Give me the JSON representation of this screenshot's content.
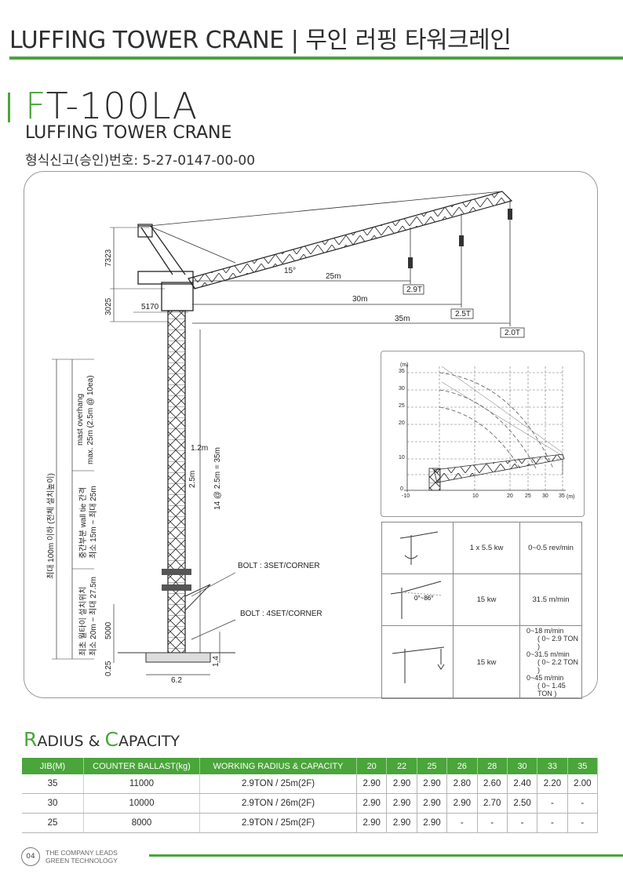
{
  "header": {
    "title": "LUFFING TOWER CRANE | 무인 러핑 타워크레인"
  },
  "model": {
    "first_letter": "F",
    "rest": "T-100LA",
    "subtitle": "LUFFING TOWER CRANE",
    "approval": "형식신고(승인)번호: 5-27-0147-00-00"
  },
  "drawing": {
    "dims": {
      "d7323": "7323",
      "d3025": "3025",
      "d5170": "5170",
      "angle": "15°",
      "r25": "25m",
      "r30": "30m",
      "r35": "35m",
      "c29": "2.9T",
      "c25": "2.5T",
      "c20": "2.0T",
      "d12": "1.2m",
      "d25": "2.5m",
      "mast": "14 @ 2.5m = 35m",
      "bolt3": "BOLT : 3SET/CORNER",
      "bolt4": "BOLT : 4SET/CORNER",
      "d5000": "5000",
      "d025": "0.25",
      "d14": "1.4",
      "d62": "6.2",
      "total_height": "최대 100m 이하 (전체 설치높이)",
      "overhang1": "mast overhang",
      "overhang2": "max. 25m (2.5m @ 10ea)",
      "walltie1": "중간부분 wall tie 간격",
      "walltie2": "최소 15m ~ 최대 25m",
      "firsttie1": "최초 월타이 설치위치",
      "firsttie2": "최소 20m ~ 최대 27.5m"
    },
    "chart": {
      "unit_y": "(m)",
      "unit_x": "(m)",
      "y_ticks": [
        "35",
        "30",
        "25",
        "20",
        "10",
        "0"
      ],
      "x_ticks": [
        "-10",
        "10",
        "20",
        "25",
        "30",
        "35"
      ]
    }
  },
  "specs": [
    {
      "icon": "slewing-icon",
      "power": "1 x 5.5 kw",
      "speed": [
        "0~0.5 rev/min"
      ]
    },
    {
      "icon": "luffing-icon",
      "angle": "0°~86°",
      "power": "15 kw",
      "speed": [
        "31.5 m/min"
      ]
    },
    {
      "icon": "hoist-icon",
      "power": "15 kw",
      "speed": [
        "0~18 m/min",
        "( 0~ 2.9 TON )",
        "0~31.5 m/min",
        "( 0~ 2.2 TON )",
        "0~45 m/min",
        "( 0~ 1.45 TON )"
      ]
    }
  ],
  "capacity": {
    "title_R": "R",
    "title_adius": "ADIUS & ",
    "title_C": "C",
    "title_apacity": "APACITY",
    "headers": [
      "JIB(M)",
      "COUNTER BALLAST(kg)",
      "WORKING RADIUS & CAPACITY",
      "20",
      "22",
      "25",
      "26",
      "28",
      "30",
      "33",
      "35"
    ],
    "rows": [
      [
        "35",
        "11000",
        "2.9TON / 25m(2F)",
        "2.90",
        "2.90",
        "2.90",
        "2.80",
        "2.60",
        "2.40",
        "2.20",
        "2.00"
      ],
      [
        "30",
        "10000",
        "2.9TON / 26m(2F)",
        "2.90",
        "2.90",
        "2.90",
        "2.90",
        "2.70",
        "2.50",
        "-",
        "-"
      ],
      [
        "25",
        "8000",
        "2.9TON / 25m(2F)",
        "2.90",
        "2.90",
        "2.90",
        "-",
        "-",
        "-",
        "-",
        "-"
      ]
    ]
  },
  "footer": {
    "page": "04",
    "line1": "THE COMPANY LEADS",
    "line2": "GREEN TECHNOLOGY"
  },
  "colors": {
    "accent": "#4aa53a"
  }
}
